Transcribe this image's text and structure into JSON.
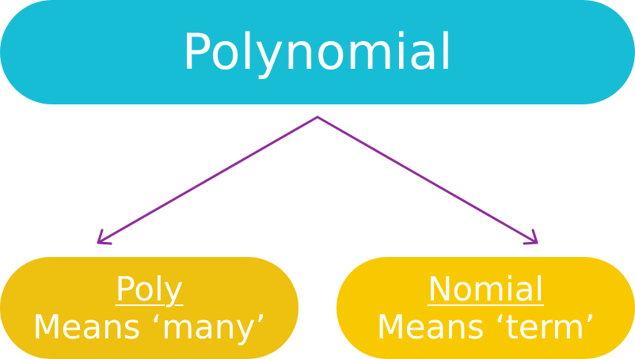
{
  "root": {
    "label": "Polynomial",
    "color": "#17bdd5"
  },
  "children": [
    {
      "term": "Poly",
      "meaning": "Means ‘many’",
      "color": "#eec00f"
    },
    {
      "term": "Nomial",
      "meaning": "Means ‘term’",
      "color": "#f9c900"
    }
  ],
  "connector_color": "#8e2c9c"
}
